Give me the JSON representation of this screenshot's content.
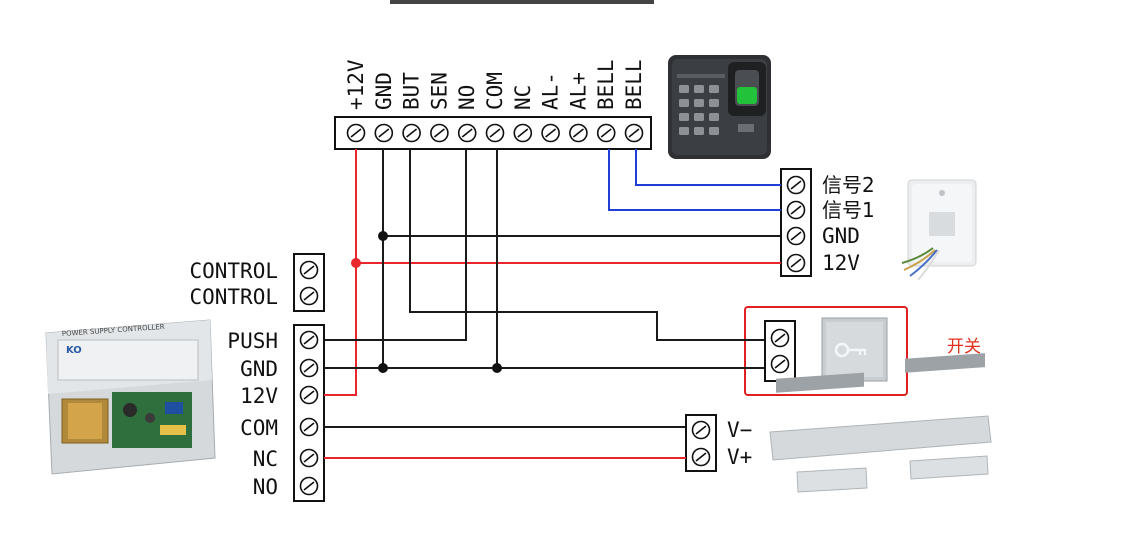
{
  "colors": {
    "wire_black": "#1a1a1a",
    "wire_red": "#e8262b",
    "wire_blue": "#1f3fd6",
    "highlight_red": "#e02020",
    "note_red": "#e03020"
  },
  "top_terminal": {
    "labels": [
      "+12V",
      "GND",
      "BUT",
      "SEN",
      "NO",
      "COM",
      "NC",
      "AL-",
      "AL+",
      "BELL",
      "BELL"
    ]
  },
  "reader_terminal": {
    "labels": [
      "信号2",
      "信号1",
      "GND",
      "12V"
    ]
  },
  "control_terminal": {
    "labels": [
      "CONTROL",
      "CONTROL"
    ]
  },
  "power_terminal": {
    "labels": [
      "PUSH",
      "GND",
      "12V",
      "COM",
      "NC",
      "NO"
    ]
  },
  "lock_terminal": {
    "labels": [
      "V−",
      "V+"
    ]
  },
  "switch_note": "开关",
  "power_supply": {
    "header": "POWER SUPPLY CONTROLLER",
    "brand": "KO"
  }
}
